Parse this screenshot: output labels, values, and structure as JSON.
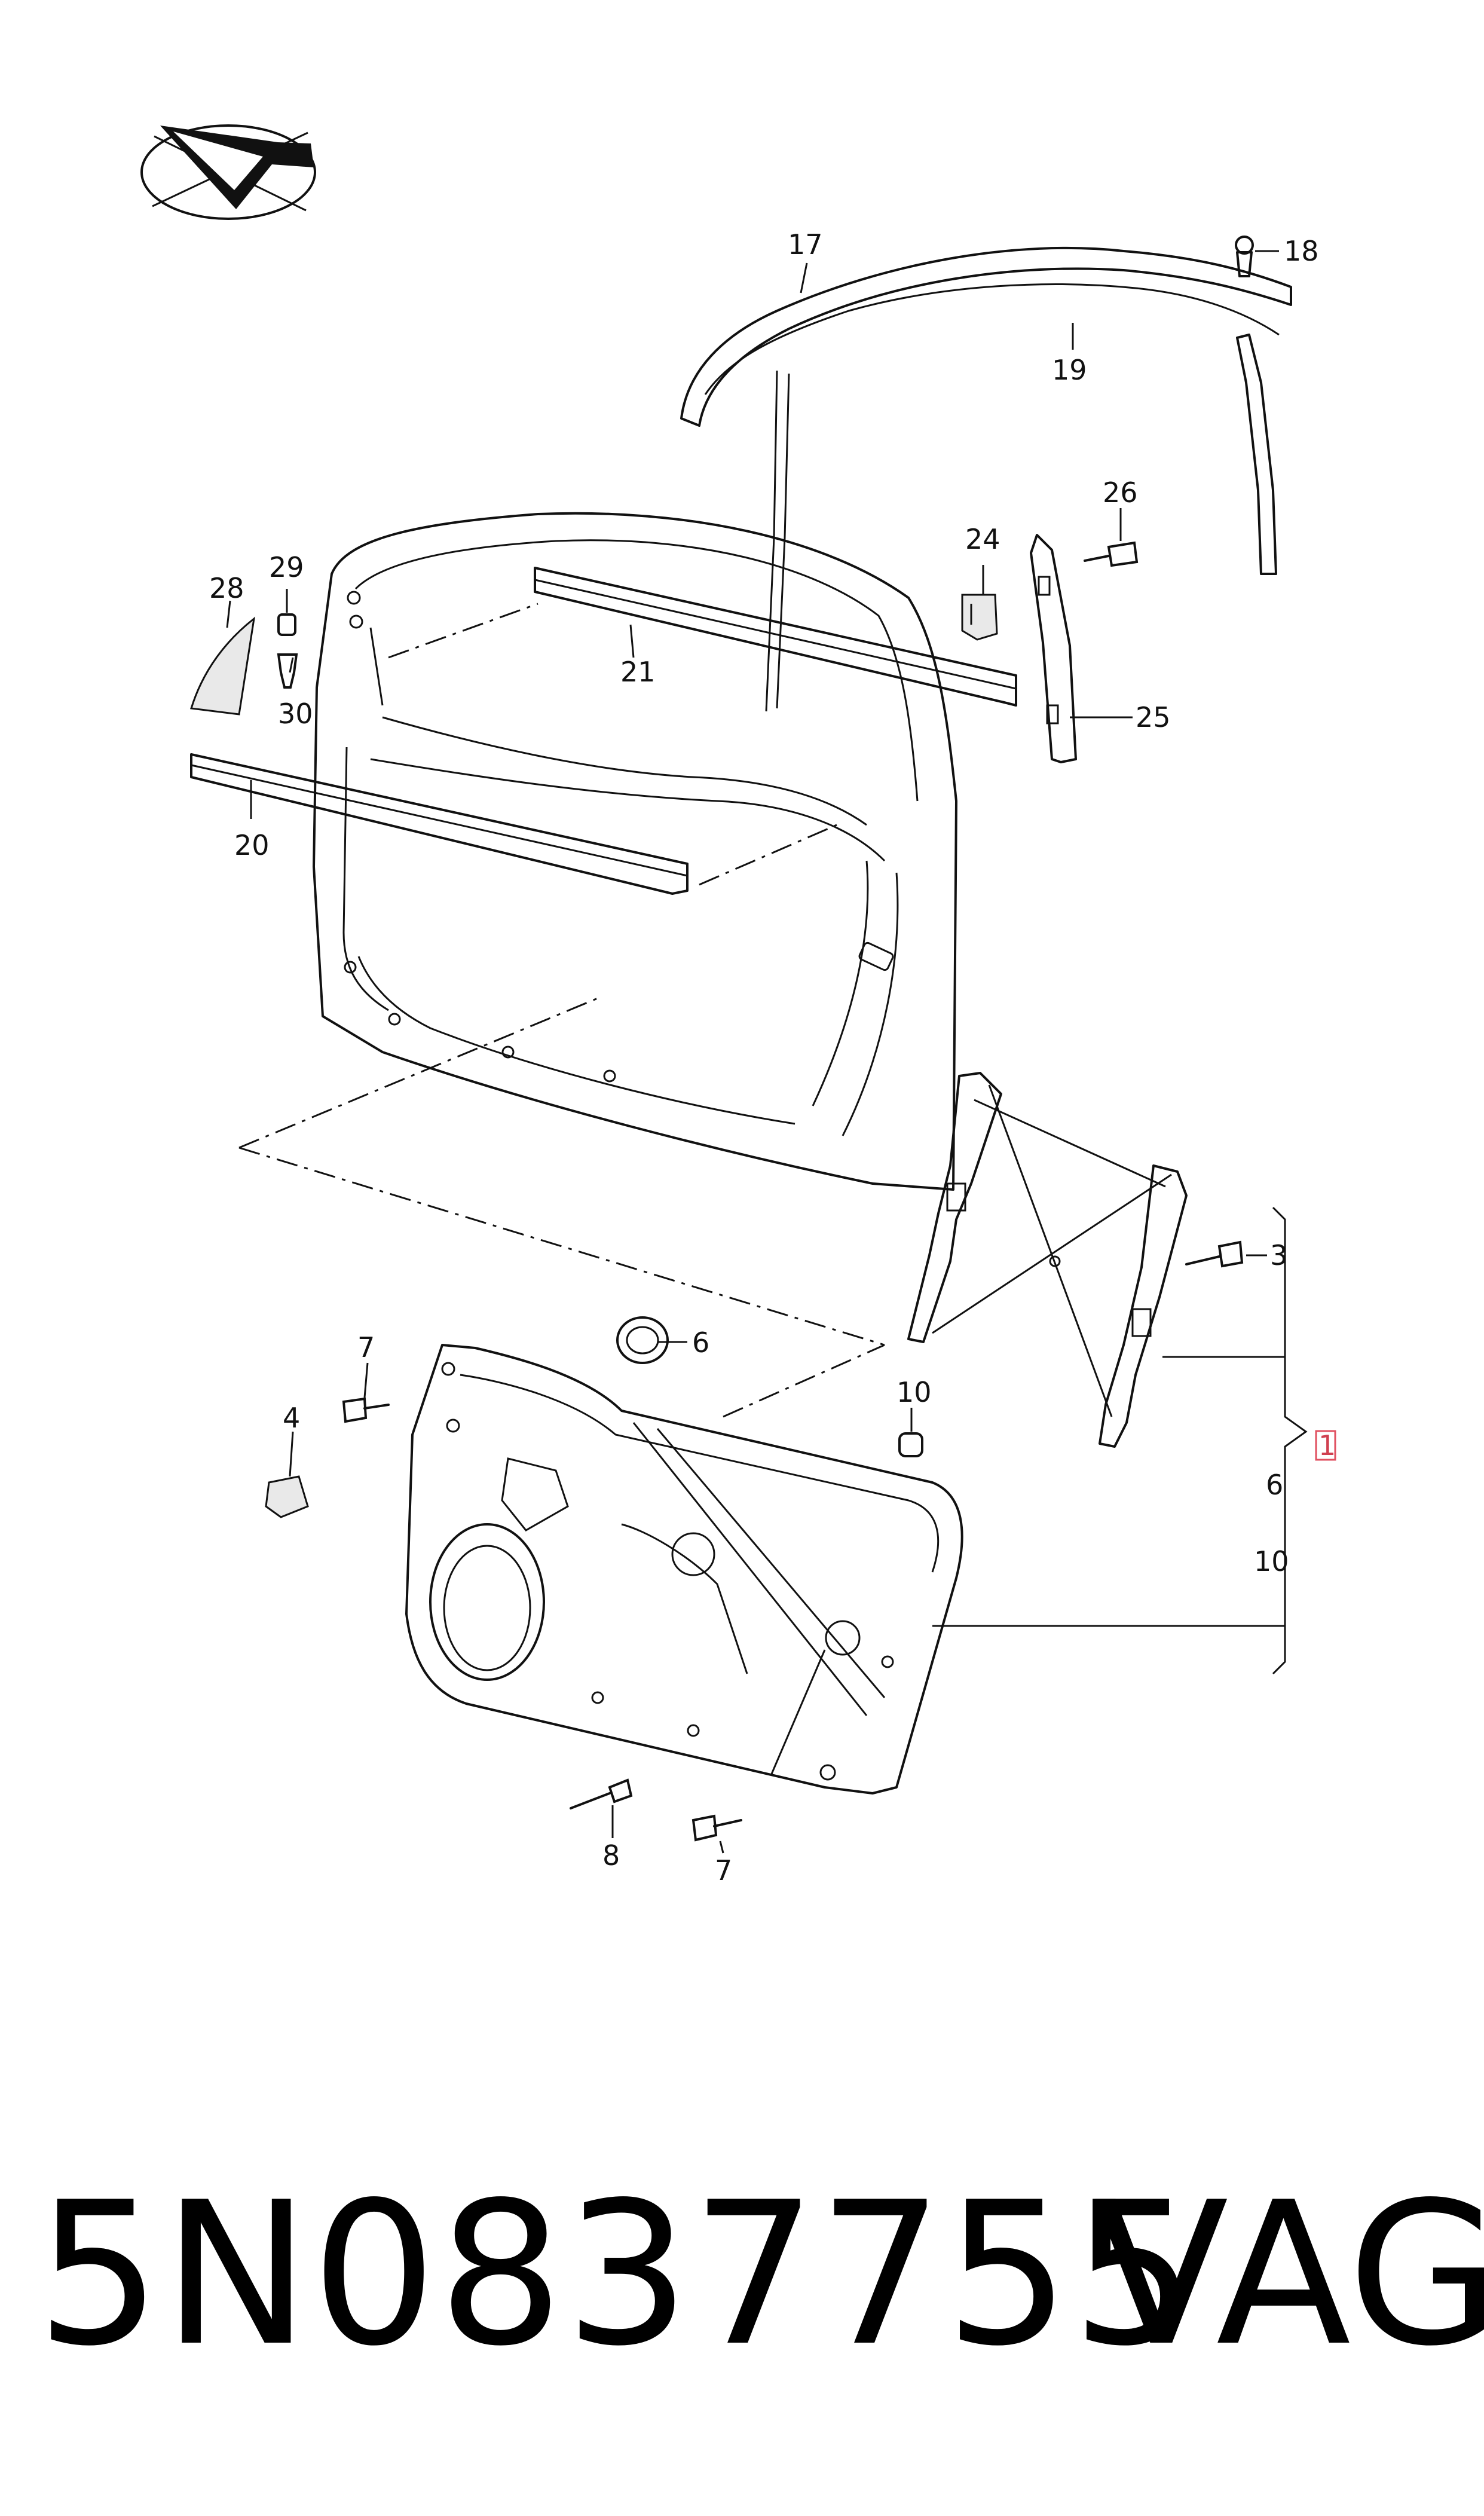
{
  "callouts": {
    "c1": "1",
    "c3": "3",
    "c4": "4",
    "c6a": "6",
    "c6b": "6",
    "c7a": "7",
    "c7b": "7",
    "c8": "8",
    "c10a": "10",
    "c10b": "10",
    "c17": "17",
    "c18": "18",
    "c19": "19",
    "c20": "20",
    "c21": "21",
    "c24": "24",
    "c25": "25",
    "c26": "26",
    "c28": "28",
    "c29": "29",
    "c30": "30"
  },
  "footer": {
    "part_number": "5N0837755",
    "brand": "VAG"
  },
  "icons": {
    "orientation": "direction-arrow-icon"
  }
}
